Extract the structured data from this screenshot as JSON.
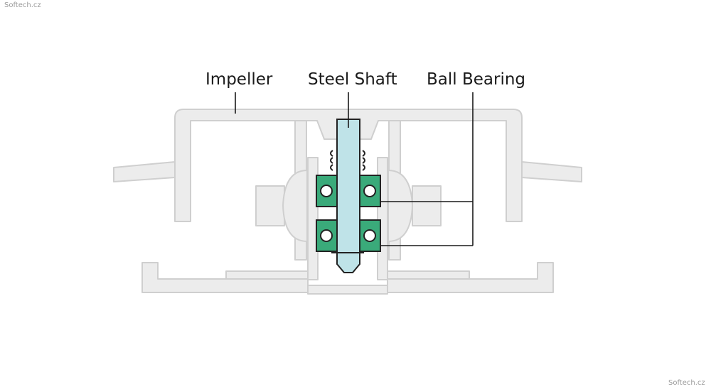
{
  "watermark": {
    "top_left": "Softech.cz",
    "bottom_right": "Softech.cz"
  },
  "labels": {
    "impeller": "Impeller",
    "steel_shaft": "Steel Shaft",
    "ball_bearing": "Ball Bearing"
  },
  "colors": {
    "housing_fill": "#e6e6e6",
    "housing_stroke": "#c8c8c8",
    "shaft_fill": "#bfe3e8",
    "bearing_fill": "#3aaa7a",
    "leader_line": "#1a1a1a"
  }
}
